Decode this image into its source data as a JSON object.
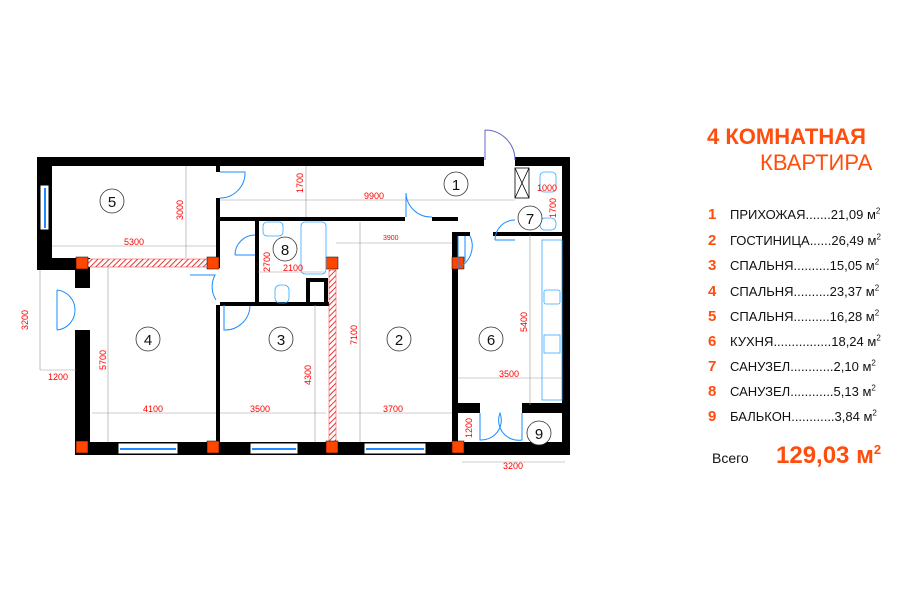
{
  "title": {
    "line1": "4  КОМНАТНАЯ",
    "line2": "КВАРТИРА"
  },
  "rooms": [
    {
      "num": "1",
      "name": "ПРИХОЖАЯ",
      "dots": ".......",
      "area": "21,09 м",
      "sup": "2"
    },
    {
      "num": "2",
      "name": "ГОСТИНИЦА",
      "dots": "......",
      "area": "26,49 м",
      "sup": "2"
    },
    {
      "num": "3",
      "name": "СПАЛЬНЯ",
      "dots": "..........",
      "area": "15,05 м",
      "sup": "2"
    },
    {
      "num": "4",
      "name": "СПАЛЬНЯ",
      "dots": "..........",
      "area": "23,37 м",
      "sup": "2"
    },
    {
      "num": "5",
      "name": "СПАЛЬНЯ",
      "dots": "..........",
      "area": "16,28 м",
      "sup": "2"
    },
    {
      "num": "6",
      "name": "КУХНЯ",
      "dots": "................",
      "area": "18,24 м",
      "sup": "2"
    },
    {
      "num": "7",
      "name": "САНУЗЕЛ",
      "dots": "............",
      "area": "2,10 м",
      "sup": "2"
    },
    {
      "num": "8",
      "name": "САНУЗЕЛ",
      "dots": "............",
      "area": "5,13 м",
      "sup": "2"
    },
    {
      "num": "9",
      "name": "БАЛЬКОН",
      "dots": "............",
      "area": "3,84 м",
      "sup": "2"
    }
  ],
  "total": {
    "label": "Всего",
    "value": "129,03 м",
    "sup": "2"
  },
  "plan": {
    "room_numbers": [
      "1",
      "2",
      "3",
      "4",
      "5",
      "6",
      "7",
      "8",
      "9"
    ],
    "dimensions": {
      "d5300": "5300",
      "d3000": "3000",
      "d1700": "1700",
      "d9900": "9900",
      "d3900": "3900",
      "d2700": "2700",
      "d2100": "2100",
      "d1000": "1000",
      "d1700b": "1700",
      "d3200": "3200",
      "d1200": "1200",
      "d5700": "5700",
      "d4100": "4100",
      "d3500": "3500",
      "d4300": "4300",
      "d7100": "7100",
      "d3700": "3700",
      "d5400": "5400",
      "d3500b": "3500",
      "d1200b": "1200",
      "d3200b": "3200"
    }
  },
  "colors": {
    "accent": "#ff4d0d",
    "wall": "#000000",
    "column": "#ff4500",
    "dimension": "#ff0000",
    "fixture": "#3399ff"
  }
}
